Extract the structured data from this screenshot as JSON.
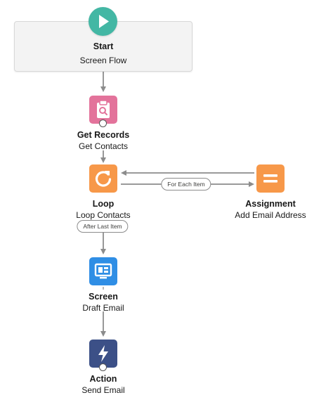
{
  "start": {
    "title": "Start",
    "subtitle": "Screen Flow"
  },
  "nodes": {
    "get_records": {
      "title": "Get Records",
      "subtitle": "Get Contacts",
      "color": "#e3739b"
    },
    "loop": {
      "title": "Loop",
      "subtitle": "Loop Contacts",
      "color": "#f79849"
    },
    "assignment": {
      "title": "Assignment",
      "subtitle": "Add Email Address",
      "color": "#f79849"
    },
    "screen": {
      "title": "Screen",
      "subtitle": "Draft Email",
      "color": "#2f8ee5"
    },
    "action": {
      "title": "Action",
      "subtitle": "Send Email",
      "color": "#3c5087"
    }
  },
  "connector_labels": {
    "for_each": "For Each Item",
    "after_last": "After Last Item"
  },
  "icons": {
    "start": "play-icon",
    "get_records": "clipboard-search-icon",
    "loop": "refresh-icon",
    "assignment": "equals-icon",
    "screen": "monitor-icon",
    "action": "lightning-icon"
  },
  "colors": {
    "start": "#43b7a4",
    "connector": "#8c8c8c"
  }
}
